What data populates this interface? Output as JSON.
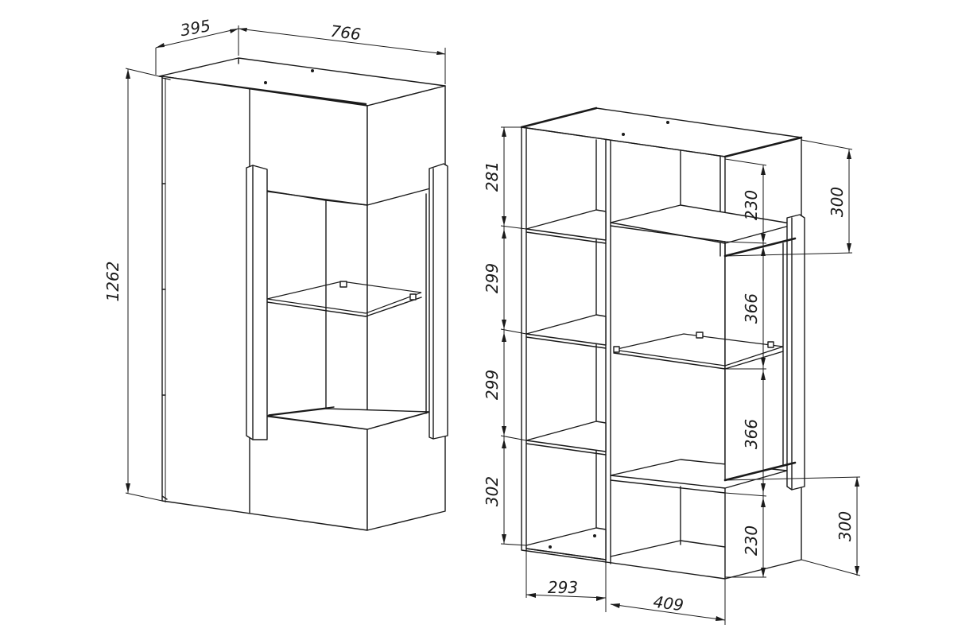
{
  "left_view": {
    "depth": "395",
    "width": "766",
    "height": "1262"
  },
  "right_view": {
    "left_column": {
      "sections": [
        "281",
        "299",
        "299",
        "302"
      ],
      "width": "293"
    },
    "right_column": {
      "inner_sections": [
        "230",
        "366",
        "366",
        "230"
      ],
      "outer_sections": [
        "300",
        "300"
      ],
      "width": "409"
    }
  }
}
